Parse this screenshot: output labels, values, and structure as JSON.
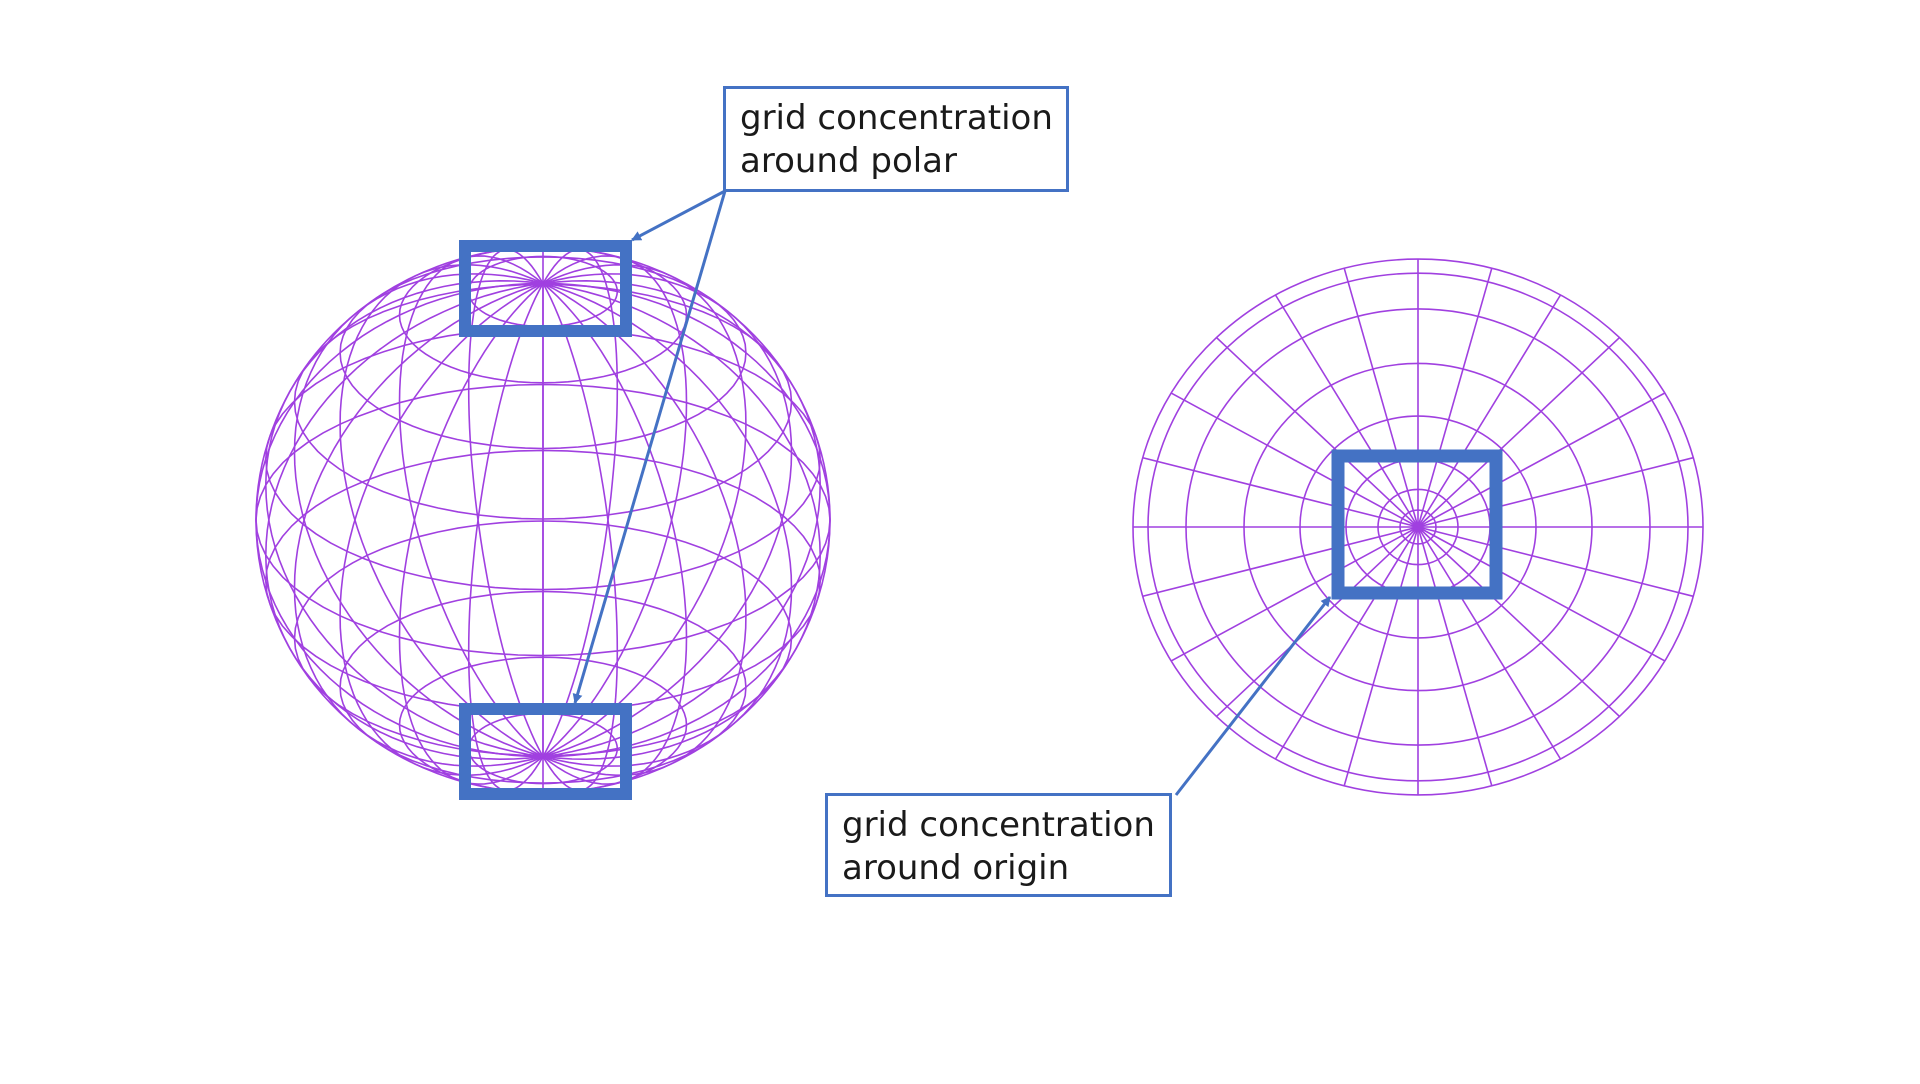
{
  "colors": {
    "grid": "#a040e0",
    "highlight": "#4472c4",
    "background": "#ffffff"
  },
  "callout_polar": {
    "line1": "grid concentration",
    "line2": "around polar"
  },
  "callout_origin": {
    "line1": "grid concentration",
    "line2": "around origin"
  }
}
